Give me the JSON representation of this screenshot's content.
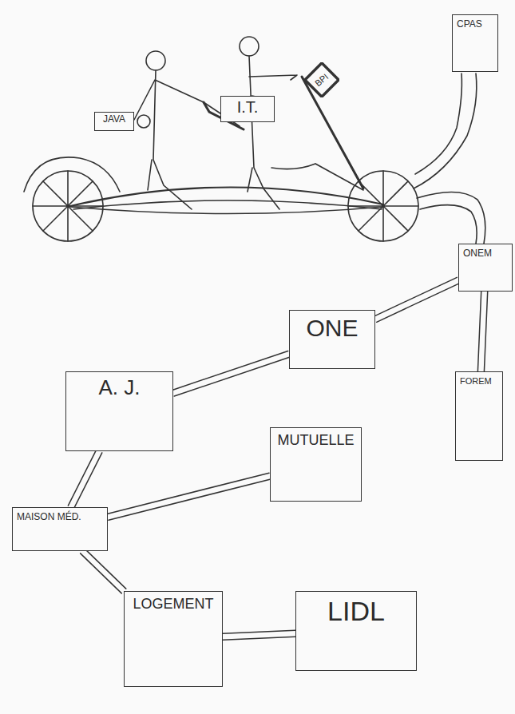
{
  "diagram": {
    "nodes": [
      {
        "text": [
          "JAVA"
        ]
      },
      {
        "text": [
          "I.T."
        ]
      },
      {
        "text": [
          "BPI"
        ]
      },
      {
        "text": [
          "CPAS"
        ]
      },
      {
        "text": [
          "ONEM"
        ]
      },
      {
        "text": [
          "ONE"
        ]
      },
      {
        "text": [
          "FOREM"
        ]
      },
      {
        "text": [
          "A. J."
        ]
      },
      {
        "text": [
          "MUTUELLE"
        ]
      },
      {
        "text": [
          "MAISON MÉD."
        ]
      },
      {
        "text": [
          "LOGEMENT"
        ]
      },
      {
        "text": [
          "LIDL"
        ]
      }
    ],
    "edges": [
      {
        "from": 4,
        "to": 5,
        "arrow": "none"
      },
      {
        "from": 4,
        "to": 6,
        "arrow": "none"
      },
      {
        "from": 5,
        "to": 7,
        "arrow": "none"
      },
      {
        "from": 7,
        "to": 9,
        "arrow": "none"
      },
      {
        "from": 9,
        "to": 8,
        "arrow": "none"
      },
      {
        "from": 9,
        "to": 10,
        "arrow": "none"
      },
      {
        "from": 10,
        "to": 11,
        "arrow": "none"
      }
    ]
  }
}
